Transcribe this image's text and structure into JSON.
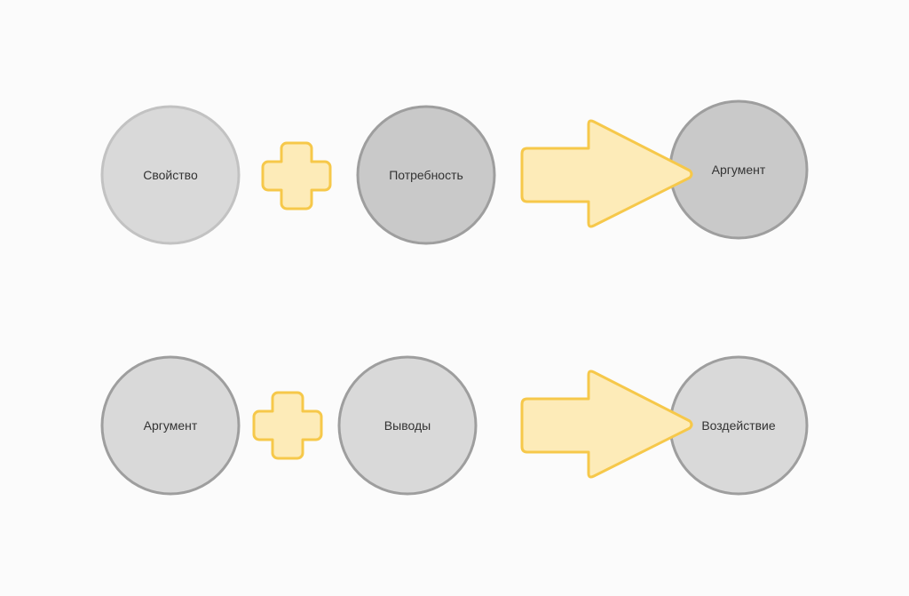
{
  "colors": {
    "background": "#fbfbfb",
    "accent_fill": "#fdebb8",
    "accent_stroke": "#f6c84a",
    "node_light_fill": "#d9d9d9",
    "node_light_stroke": "#bdbdbd",
    "node_dark_fill": "#c9c9c9",
    "node_dark_stroke": "#9e9e9e",
    "label": "#333333"
  },
  "rows": [
    {
      "left": {
        "label": "Свойство",
        "shade": "light"
      },
      "operator": "plus-icon",
      "right": {
        "label": "Потребность",
        "shade": "dark"
      },
      "connector": "arrow-right-icon",
      "result": {
        "label": "Аргумент",
        "shade": "dark"
      }
    },
    {
      "left": {
        "label": "Аргумент",
        "shade": "light"
      },
      "operator": "plus-icon",
      "right": {
        "label": "Выводы",
        "shade": "light"
      },
      "connector": "arrow-right-icon",
      "result": {
        "label": "Воздействие",
        "shade": "light"
      }
    }
  ]
}
